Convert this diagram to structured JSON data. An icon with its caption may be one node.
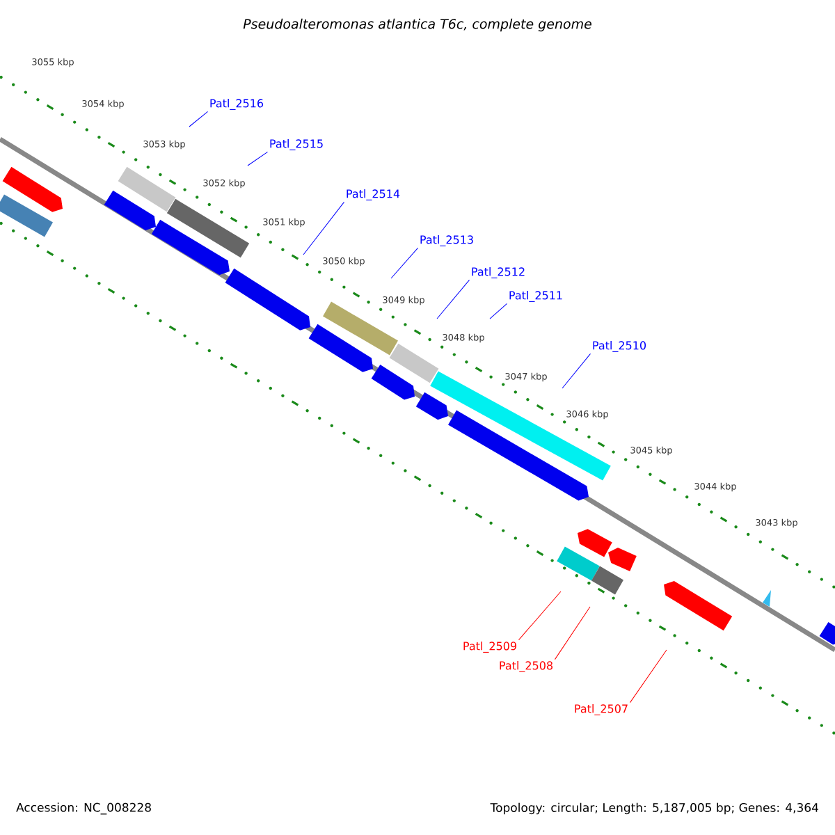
{
  "diagram": {
    "title": "Pseudoalteromonas atlantica T6c, complete genome",
    "nodes": [
      {
        "text": [
          "Patl_2516"
        ]
      },
      {
        "text": [
          "Patl_2515"
        ]
      },
      {
        "text": [
          "Patl_2514"
        ]
      },
      {
        "text": [
          "Patl_2513"
        ]
      },
      {
        "text": [
          "Patl_2512"
        ]
      },
      {
        "text": [
          "Patl_2511"
        ]
      },
      {
        "text": [
          "Patl_2510"
        ]
      },
      {
        "text": [
          "Patl_2509"
        ]
      },
      {
        "text": [
          "Patl_2508"
        ]
      },
      {
        "text": [
          "Patl_2507"
        ]
      }
    ],
    "edges": [
      {
        "from": 0,
        "to": null,
        "arrow": "none"
      },
      {
        "from": 1,
        "to": null,
        "arrow": "none"
      },
      {
        "from": 2,
        "to": null,
        "arrow": "none"
      },
      {
        "from": 3,
        "to": null,
        "arrow": "none"
      },
      {
        "from": 4,
        "to": null,
        "arrow": "none"
      },
      {
        "from": 5,
        "to": null,
        "arrow": "none"
      },
      {
        "from": 6,
        "to": null,
        "arrow": "none"
      },
      {
        "from": 7,
        "to": null,
        "arrow": "none",
        "color": "#ff0000"
      },
      {
        "from": 8,
        "to": null,
        "arrow": "none",
        "color": "#ff0000"
      },
      {
        "from": 9,
        "to": null,
        "arrow": "none",
        "color": "#ff0000"
      }
    ],
    "labels": [
      "3055 kbp",
      "3054 kbp",
      "3053 kbp",
      "3052 kbp",
      "3051 kbp",
      "3050 kbp",
      "3049 kbp",
      "3048 kbp",
      "3047 kbp",
      "3046 kbp",
      "3045 kbp",
      "3044 kbp",
      "3043 kbp",
      "Accession: NC_008228",
      "Topology: circular; Length: 5,187,005 bp; Genes: 4,364"
    ]
  }
}
